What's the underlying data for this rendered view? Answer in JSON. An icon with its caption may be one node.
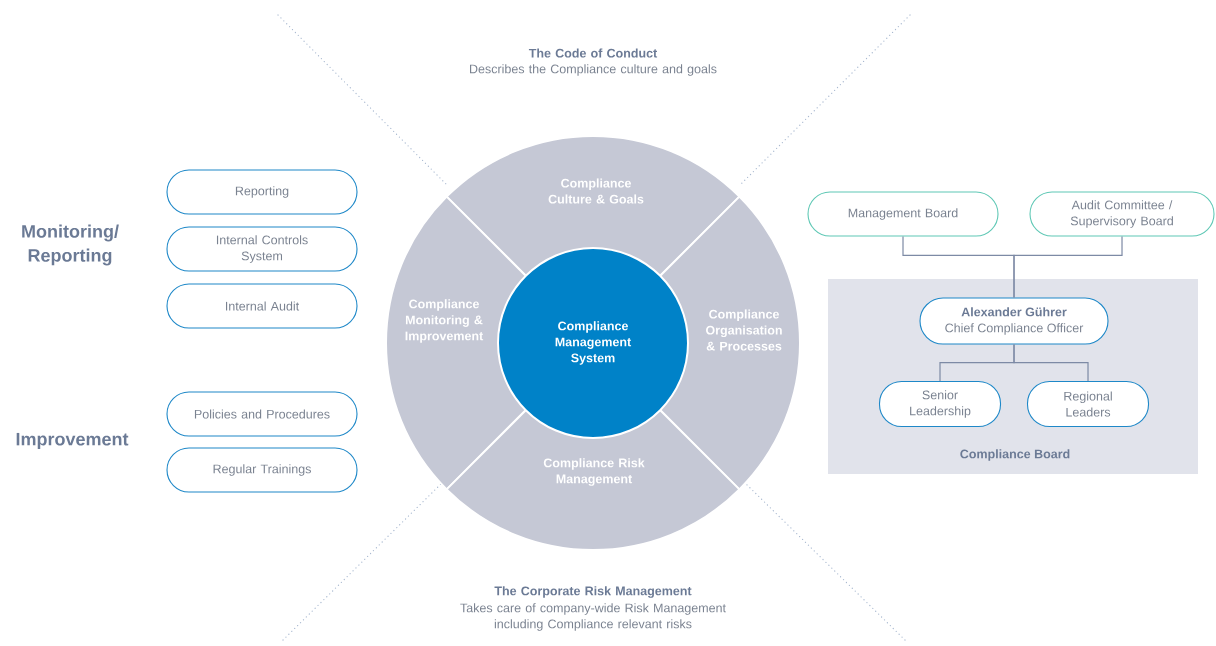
{
  "diagram": {
    "nodes": [
      {
        "text": [
          "Reporting"
        ]
      },
      {
        "text": [
          "Internal Controls System"
        ]
      },
      {
        "text": [
          "Internal Audit"
        ]
      },
      {
        "text": [
          "Policies and Procedures"
        ]
      },
      {
        "text": [
          "Regular Trainings"
        ]
      },
      {
        "text": [
          "Compliance Culture & Goals"
        ]
      },
      {
        "text": [
          "Compliance Monitoring & Improvement"
        ]
      },
      {
        "text": [
          "Compliance Organisation & Processes"
        ]
      },
      {
        "text": [
          "Compliance Risk Management"
        ]
      },
      {
        "text": [
          "Compliance Management System"
        ]
      },
      {
        "text": [
          "Management Board"
        ]
      },
      {
        "text": [
          "Audit Committee / Supervisory Board"
        ]
      },
      {
        "text": [
          "Compliance Board"
        ]
      },
      {
        "text": [
          "Alexander Gührer",
          "Chief Compliance Officer"
        ],
        "in": 12
      },
      {
        "text": [
          "Senior Leadership"
        ],
        "in": 12
      },
      {
        "text": [
          "Regional Leaders"
        ],
        "in": 12
      }
    ],
    "edges": [
      {
        "from": 10,
        "to": 13,
        "arrow": "none"
      },
      {
        "from": 11,
        "to": 13,
        "arrow": "none"
      },
      {
        "from": 13,
        "to": 14,
        "arrow": "none"
      },
      {
        "from": 13,
        "to": 15,
        "arrow": "none"
      }
    ],
    "labels": [
      "The Code of Conduct",
      "Describes the Compliance culture and goals",
      "Monitoring/ Reporting",
      "Improvement",
      "The Corporate Risk Management",
      "Takes care of company-wide Risk Management including Compliance relevant risks"
    ]
  }
}
